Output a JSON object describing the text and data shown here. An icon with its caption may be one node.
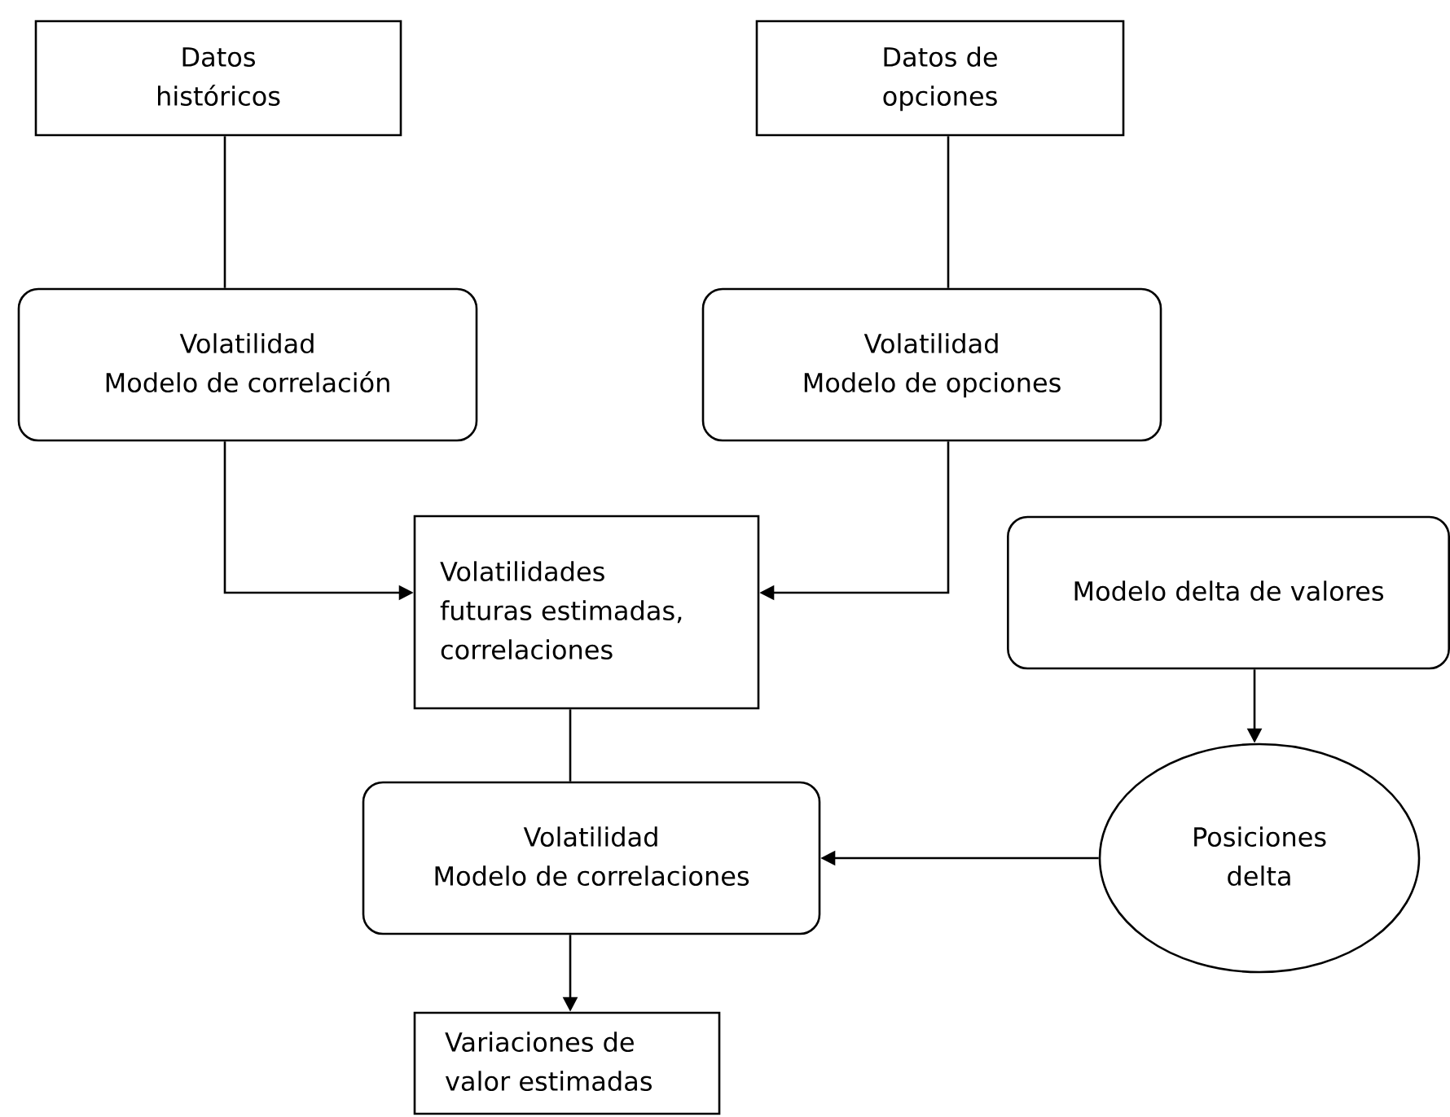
{
  "diagram": {
    "nodes": [
      {
        "text": [
          "Datos históricos"
        ]
      },
      {
        "text": [
          "Datos de opciones"
        ]
      },
      {
        "text": [
          "Volatilidad Modelo de correlación"
        ]
      },
      {
        "text": [
          "Volatilidad Modelo de opciones"
        ]
      },
      {
        "text": [
          "Volatilidades futuras estimadas, correlaciones"
        ]
      },
      {
        "text": [
          "Modelo delta de valores"
        ]
      },
      {
        "text": [
          "Volatilidad Modelo de correlaciones"
        ]
      },
      {
        "text": [
          "Posiciones delta"
        ]
      },
      {
        "text": [
          "Variaciones de valor estimadas"
        ]
      }
    ],
    "edges": [
      {
        "from": 0,
        "to": 2,
        "arrow": "none"
      },
      {
        "from": 1,
        "to": 3,
        "arrow": "none"
      },
      {
        "from": 2,
        "to": 4,
        "arrow": "to"
      },
      {
        "from": 3,
        "to": 4,
        "arrow": "to"
      },
      {
        "from": 4,
        "to": 6,
        "arrow": "none"
      },
      {
        "from": 5,
        "to": 7,
        "arrow": "to"
      },
      {
        "from": 7,
        "to": 6,
        "arrow": "to"
      },
      {
        "from": 6,
        "to": 8,
        "arrow": "to"
      }
    ]
  }
}
